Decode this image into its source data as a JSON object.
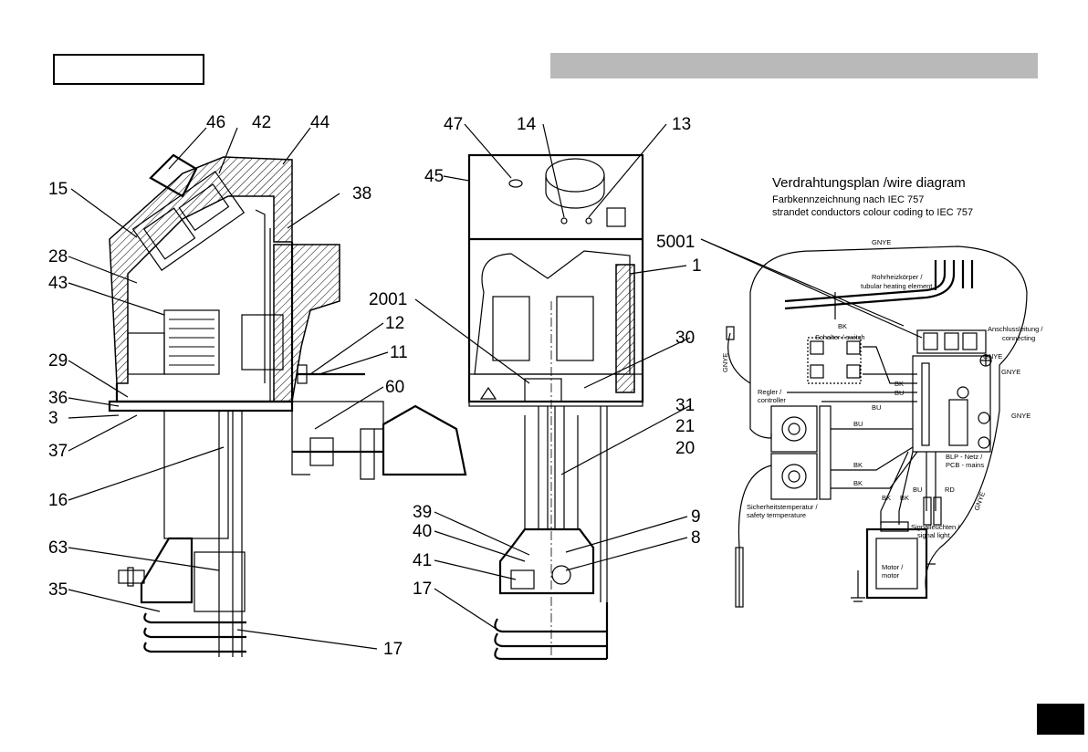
{
  "callouts": {
    "c46": "46",
    "c42": "42",
    "c44": "44",
    "c15": "15",
    "c38": "38",
    "c28": "28",
    "c43": "43",
    "c12": "12",
    "c11": "11",
    "c29": "29",
    "c36": "36",
    "c3": "3",
    "c60": "60",
    "c37": "37",
    "c16": "16",
    "c63": "63",
    "c35": "35",
    "c17a": "17",
    "c47": "47",
    "c14": "14",
    "c13": "13",
    "c45": "45",
    "c5001": "5001",
    "c1": "1",
    "c2001": "2001",
    "c30": "30",
    "c31": "31",
    "c21": "21",
    "c20": "20",
    "c39": "39",
    "c9": "9",
    "c40": "40",
    "c8": "8",
    "c41": "41",
    "c17b": "17"
  },
  "wiring": {
    "title": "Verdrahtungsplan /wire diagram",
    "sub1": "Farbkennzeichnung nach IEC 757",
    "sub2": "strandet conductors colour coding to IEC 757",
    "gnye_top": "GNYE",
    "gnye_left": "GNYE",
    "gnye_right1": "GNYE",
    "gnye_right2": "GNYE",
    "gnye_right3": "GNYE",
    "gnye_bottom": "GNYE",
    "heater1": "Rohrheizkörper /",
    "heater2": "tubular heating element",
    "switch": "Schalter / switch",
    "connect1": "Anschlussleitung /",
    "connect2": "connecting",
    "regler1": "Regler /",
    "regler2": "controller",
    "safety1": "Sicherheitstemperatur /",
    "safety2": "safety termperature",
    "blp1": "BLP - Netz /",
    "blp2": "PCB - mains",
    "signal1": "Signalleuchten /",
    "signal2": "signal light",
    "motor1": "Motor /",
    "motor2": "motor",
    "bk": "BK",
    "bu": "BU",
    "rd": "RD"
  },
  "colors": {
    "bar": "#b9b9b9",
    "ink": "#000000"
  }
}
